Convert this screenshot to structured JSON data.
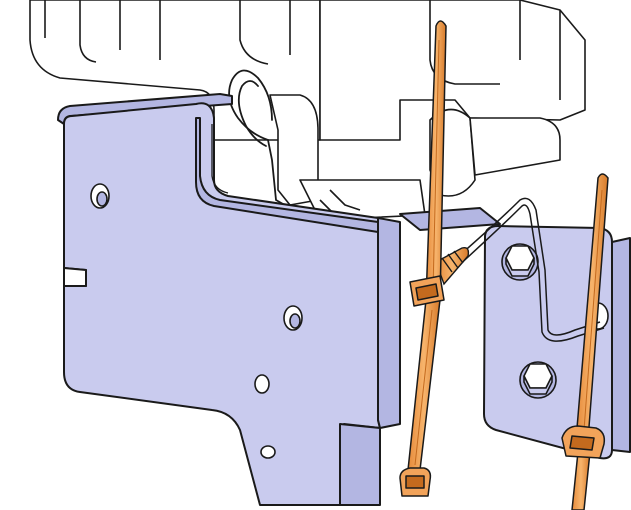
{
  "figure": {
    "colors": {
      "bracket_fill": "#c9cbee",
      "bracket_fill_dark": "#b3b6e2",
      "outline": "#1a1a1a",
      "machine_fill": "#ffffff",
      "tie_fill": "#f2a35a",
      "tie_dark": "#c46a1e"
    },
    "icons": [
      "mounting-bracket",
      "cable-tie",
      "hex-bolt",
      "cotter-pin",
      "push-mount-anchor",
      "wire"
    ]
  }
}
